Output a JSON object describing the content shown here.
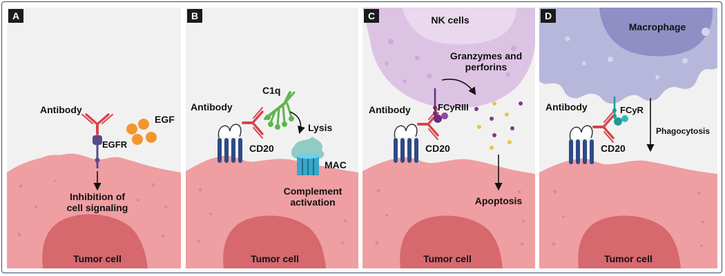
{
  "panels": [
    {
      "letter": "A",
      "labels": {
        "antibody": "Antibody",
        "receptor": "EGFR",
        "ligand": "EGF",
        "effect_line1": "Inhibition of",
        "effect_line2": "cell signaling",
        "cell": "Tumor cell"
      }
    },
    {
      "letter": "B",
      "labels": {
        "antibody": "Antibody",
        "c1q": "C1q",
        "lysis": "Lysis",
        "receptor": "CD20",
        "mac": "MAC",
        "effect_line1": "Complement",
        "effect_line2": "activation",
        "cell": "Tumor cell"
      }
    },
    {
      "letter": "C",
      "labels": {
        "effector": "NK cells",
        "granzymes_line1": "Granzymes and",
        "granzymes_line2": "perforins",
        "antibody": "Antibody",
        "fc_receptor": "FCyRIII",
        "receptor": "CD20",
        "effect": "Apoptosis",
        "cell": "Tumor cell"
      }
    },
    {
      "letter": "D",
      "labels": {
        "effector": "Macrophage",
        "antibody": "Antibody",
        "fc_receptor": "FCyR",
        "effect": "Phagocytosis",
        "receptor": "CD20",
        "cell": "Tumor cell"
      }
    }
  ],
  "colors": {
    "frame": "#2f4f6f",
    "panel_bg": "#f1f1f1",
    "tumor_cell": "#ef9ea2",
    "nucleus": "#d6686e",
    "antibody": "#d9434c",
    "cd20": "#2e4a86",
    "egf": "#f2962e",
    "c1q": "#5fb44e",
    "mac": "#3aa6c8",
    "nk_cell": "#ddc3e3",
    "macrophage": "#b7b7dc",
    "fc_receptor_nk": "#6b2d7c",
    "fc_receptor_macrophage": "#1f9b93",
    "badge": "#1b1b1b"
  }
}
